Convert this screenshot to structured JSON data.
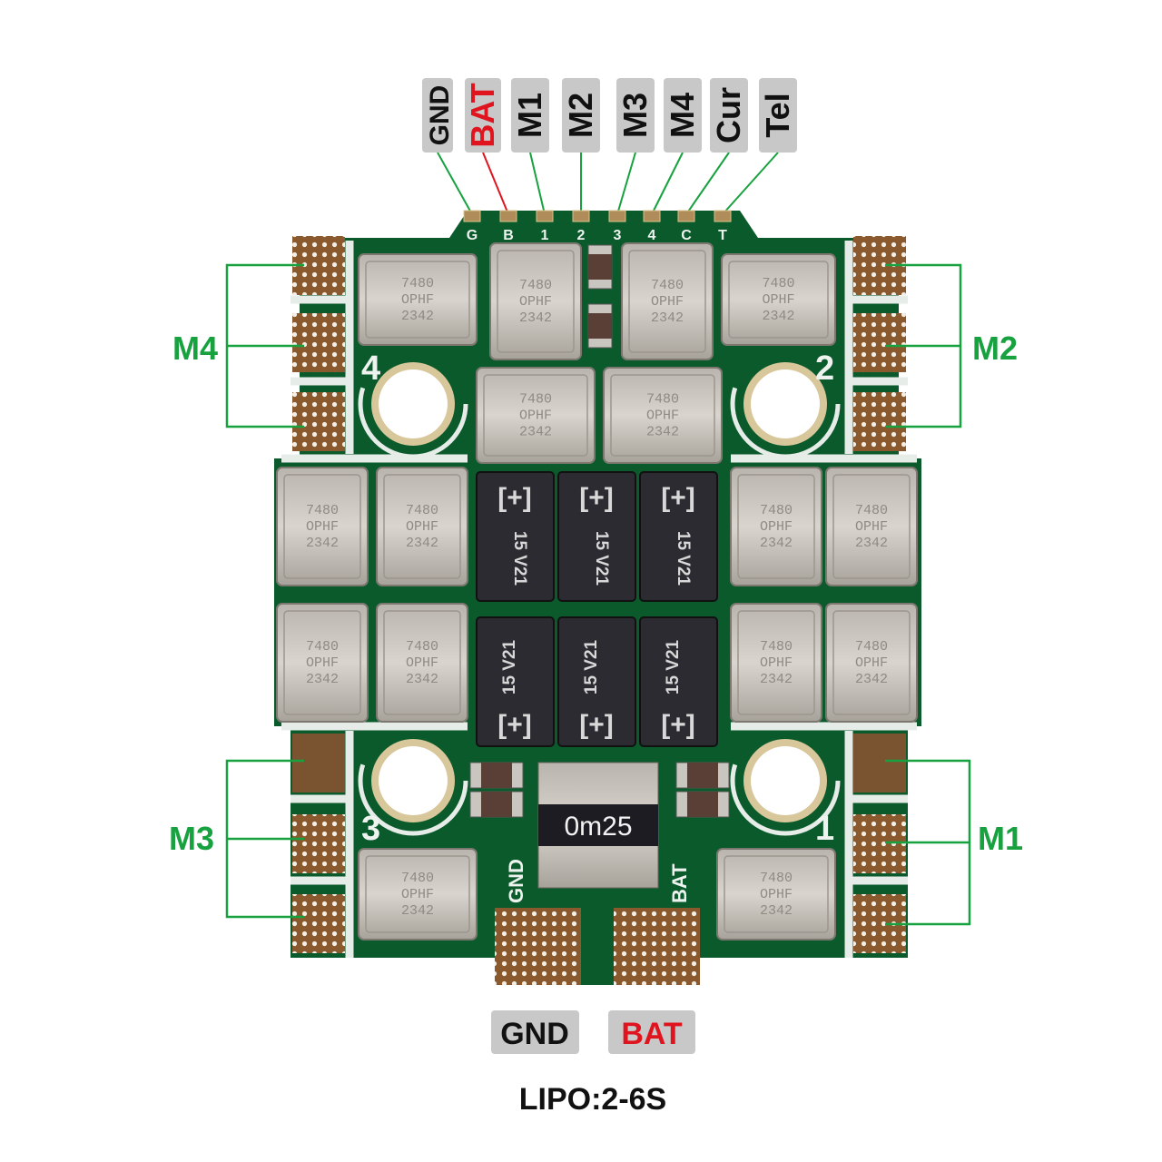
{
  "top_labels": [
    {
      "text": "GND",
      "color": "#111111"
    },
    {
      "text": "BAT",
      "color": "#e0141e"
    },
    {
      "text": "M1",
      "color": "#111111"
    },
    {
      "text": "M2",
      "color": "#111111"
    },
    {
      "text": "M3",
      "color": "#111111"
    },
    {
      "text": "M4",
      "color": "#111111"
    },
    {
      "text": "Cur",
      "color": "#111111"
    },
    {
      "text": "Tel",
      "color": "#111111"
    }
  ],
  "pad_silkscreen": [
    "G",
    "B",
    "1",
    "2",
    "3",
    "4",
    "C",
    "T"
  ],
  "motor_labels": {
    "m4": "M4",
    "m2": "M2",
    "m3": "M3",
    "m1": "M1"
  },
  "corner_numbers": {
    "n4": "4",
    "n2": "2",
    "n3": "3",
    "n1": "1"
  },
  "bottom_silkscreen": {
    "gnd": "GND",
    "bat": "BAT"
  },
  "shunt_marking": "0m25",
  "inductor_marking": [
    "7480",
    "OPHF",
    "2342"
  ],
  "capacitor_marking": {
    "polarity": "[+]",
    "value": "15",
    "voltage": "V21"
  },
  "bottom_labels": {
    "gnd": "GND",
    "bat": "BAT"
  },
  "battery_spec": "LIPO:2-6S",
  "colors": {
    "label_green": "#17a13f",
    "board": "#0b5a2c",
    "label_bg": "#c8c8c8",
    "bat_red": "#e0141e"
  }
}
